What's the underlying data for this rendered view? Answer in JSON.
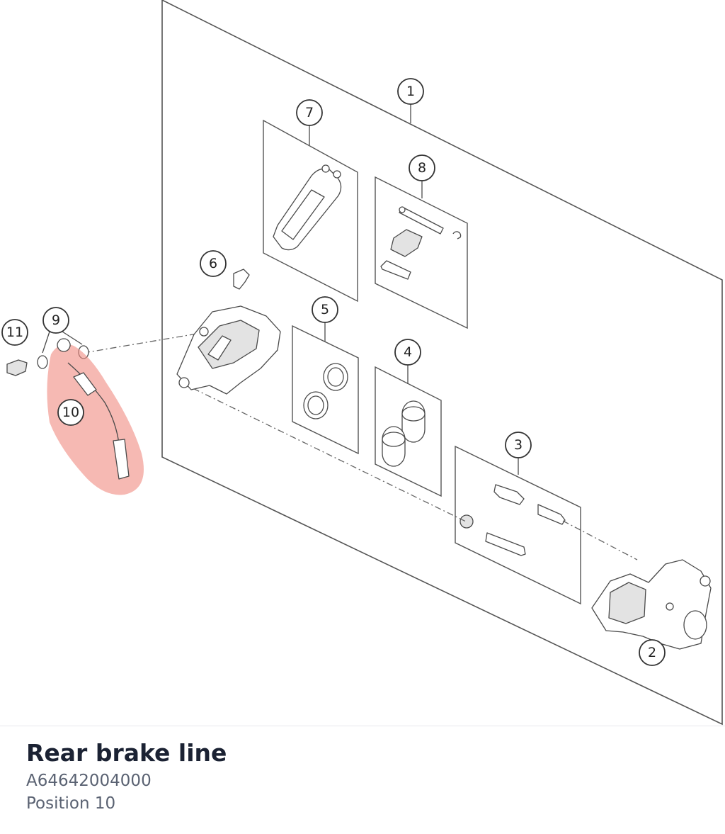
{
  "diagram": {
    "highlight_color": "#f08a80",
    "callouts": [
      {
        "id": "1",
        "label": "1"
      },
      {
        "id": "2",
        "label": "2"
      },
      {
        "id": "3",
        "label": "3"
      },
      {
        "id": "4",
        "label": "4"
      },
      {
        "id": "5",
        "label": "5"
      },
      {
        "id": "6",
        "label": "6"
      },
      {
        "id": "7",
        "label": "7"
      },
      {
        "id": "8",
        "label": "8"
      },
      {
        "id": "9",
        "label": "9"
      },
      {
        "id": "10",
        "label": "10"
      },
      {
        "id": "11",
        "label": "11"
      }
    ],
    "selected_callout": "10"
  },
  "part": {
    "name": "Rear brake line",
    "number": "A64642004000",
    "position": "Position 10"
  }
}
